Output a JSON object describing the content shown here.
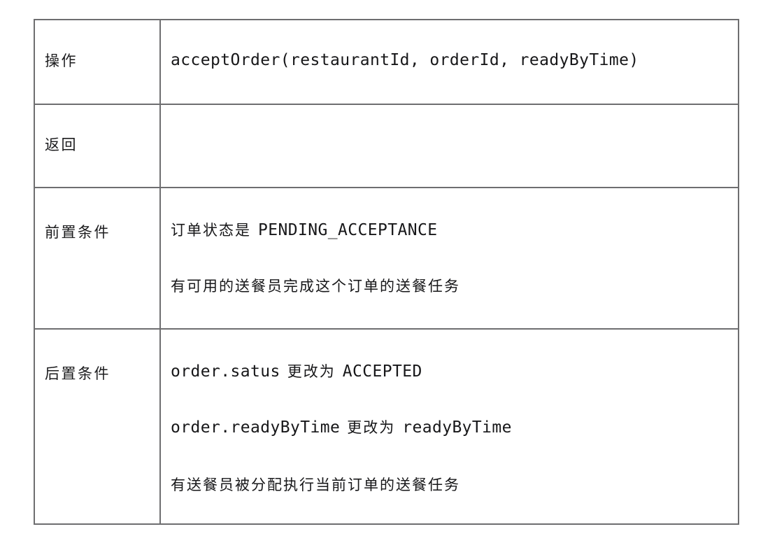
{
  "document": {
    "title": "acceptOrder operation specification",
    "background_color": "#ffffff",
    "border_color": "#6e6e70",
    "text_color": "#171719"
  },
  "table": {
    "rows": [
      {
        "key": "operation",
        "label": "操作",
        "lines": [
          {
            "type": "code",
            "text": "acceptOrder(restaurantId, orderId, readyByTime)"
          }
        ]
      },
      {
        "key": "return",
        "label": "返回",
        "lines": []
      },
      {
        "key": "precondition",
        "label": "前置条件",
        "lines": [
          {
            "type": "mixed",
            "han": "订单状态是",
            "mono": "PENDING_ACCEPTANCE"
          },
          {
            "type": "cn",
            "text": "有可用的送餐员完成这个订单的送餐任务"
          }
        ]
      },
      {
        "key": "postcondition",
        "label": "后置条件",
        "lines": [
          {
            "type": "mixed_3",
            "mono1": "order.satus",
            "han": "更改为",
            "mono2": "ACCEPTED"
          },
          {
            "type": "mixed_3",
            "mono1": "order.readyByTime",
            "han": "更改为",
            "mono2": "readyByTime"
          },
          {
            "type": "cn",
            "text": "有送餐员被分配执行当前订单的送餐任务"
          }
        ]
      }
    ]
  }
}
